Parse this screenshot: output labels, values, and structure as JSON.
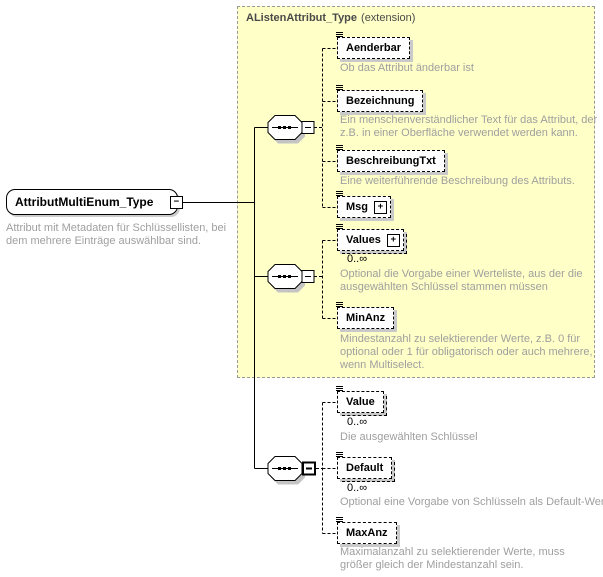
{
  "root": {
    "label": "AttributMultiEnum_Type",
    "description": "Attribut mit Metadaten für Schlüssellisten, bei dem mehrere Einträge auswählbar sind."
  },
  "extension": {
    "type_name": "AListenAttribut_Type",
    "suffix": "(extension)"
  },
  "icons": {
    "collapse": "−",
    "expand": "+"
  },
  "nodes": {
    "aenderbar": {
      "label": "Aenderbar",
      "desc": "Ob das Attribut änderbar ist"
    },
    "bezeichnung": {
      "label": "Bezeichnung",
      "desc": "Ein menschenverständlicher Text für das Attribut, der z.B. in einer Oberfläche verwendet werden kann."
    },
    "beschreibungtxt": {
      "label": "BeschreibungTxt",
      "desc": "Eine weiterführende Beschreibung des Attributs."
    },
    "msg": {
      "label": "Msg"
    },
    "values": {
      "label": "Values",
      "occurrence": "0..∞",
      "desc": "Optional die Vorgabe einer Werteliste, aus der die ausgewählten Schlüssel stammen müssen"
    },
    "minanz": {
      "label": "MinAnz",
      "desc": "Mindestanzahl zu selektierender Werte, z.B. 0 für optional oder 1 für obligatorisch oder auch mehrere, wenn Multiselect."
    },
    "value": {
      "label": "Value",
      "occurrence": "0..∞",
      "desc": "Die ausgewählten Schlüssel"
    },
    "default": {
      "label": "Default",
      "occurrence": "0..∞",
      "desc": "Optional eine Vorgabe von Schlüsseln als Default-Werte"
    },
    "maxanz": {
      "label": "MaxAnz",
      "occurrence": "",
      "desc": "Maximalanzahl zu selektierender Werte, muss größer gleich der Mindestanzahl sein."
    }
  },
  "colors": {
    "extension_fill": "#ffffc8",
    "extension_border": "#999999",
    "description_text": "#9f9f9f",
    "box_shadow": "#c9c9c9",
    "line": "#000000"
  }
}
